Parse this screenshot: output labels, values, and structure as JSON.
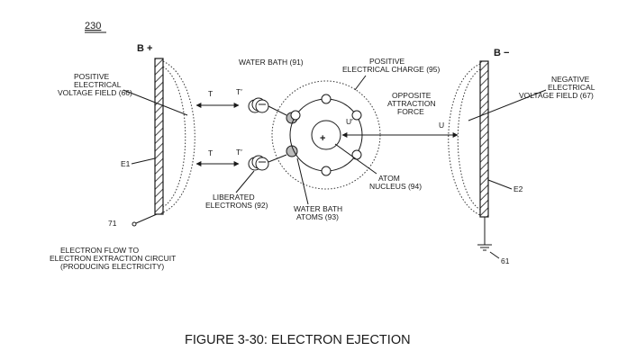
{
  "figure": {
    "number": "230",
    "caption": "FIGURE 3-30: ELECTRON EJECTION"
  },
  "labels": {
    "b_plus": "B +",
    "b_minus": "B −",
    "positive_field": [
      "POSITIVE",
      "ELECTRICAL",
      "VOLTAGE FIELD (66)"
    ],
    "negative_field": [
      "NEGATIVE",
      "ELECTRICAL",
      "VOLTAGE FIELD (67)"
    ],
    "water_bath": "WATER BATH (91)",
    "positive_charge": [
      "POSITIVE",
      "ELECTRICAL CHARGE (95)"
    ],
    "opposite_force": [
      "OPPOSITE",
      "ATTRACTION",
      "FORCE"
    ],
    "t_top": "T",
    "t_prime_top": "T′",
    "t_bottom": "T",
    "t_prime_bottom": "T′",
    "u": "U",
    "u_prime": "U′",
    "e1": "E1",
    "e2": "E2",
    "liberated": [
      "LIBERATED",
      "ELECTRONS (92)"
    ],
    "water_bath_atoms": [
      "WATER BATH",
      "ATOMS (93)"
    ],
    "atom_nucleus": [
      "ATOM",
      "NUCLEUS (94)"
    ],
    "terminal_71": "71",
    "ground_61": "61",
    "flow_text": [
      "ELECTRON FLOW TO",
      "ELECTRON  EXTRACTION CIRCUIT",
      "(PRODUCING ELECTRICITY)"
    ],
    "plus_sign": "+",
    "minus_sign": "−"
  }
}
